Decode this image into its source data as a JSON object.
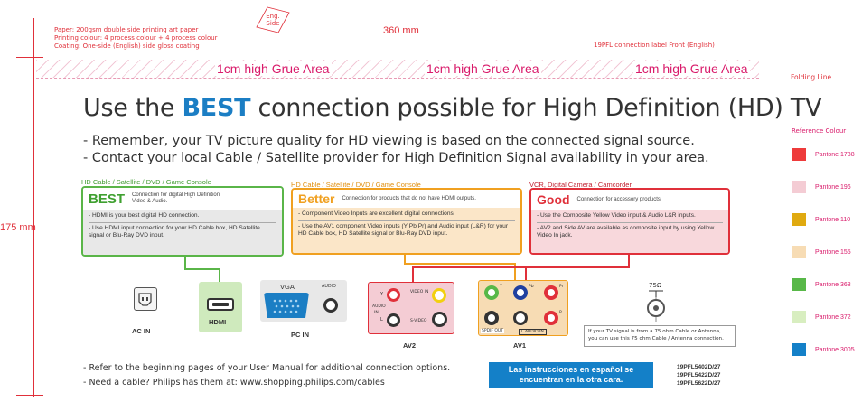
{
  "print_notes": {
    "paper": "Paper: 200gsm double side printing art paper",
    "printing": "Printing colour: 4 process colour + 4 process colour",
    "coating": "Coating: One-side (English) side gloss coating",
    "eng_side": "Eng. Side",
    "width": "360 mm",
    "height": "175 mm",
    "label_name": "19PFL connection label Front (English)",
    "folding_line": "Folding Line",
    "grue_areas": [
      "1cm high Grue Area",
      "1cm high Grue Area",
      "1cm high Grue Area"
    ]
  },
  "title": {
    "pre": "Use the ",
    "emph": "BEST",
    "post": " connection possible for High Definition (HD) TV"
  },
  "bullets": [
    "- Remember, your TV picture quality for HD viewing is based on the connected signal source.",
    "- Contact your local Cable / Satellite provider for High Definition Signal availability in your area."
  ],
  "boxes": {
    "best": {
      "category": "HD Cable / Satellite / DVD / Game Console",
      "name": "BEST",
      "desc": "Connection for digital High Definition Video & Audio.",
      "items": [
        "- HDMI is your best digital HD connection.",
        "- Use HDMI input connection for your HD Cable box, HD Satellite signal or Blu-Ray DVD input."
      ],
      "color": "#5ab548"
    },
    "better": {
      "category": "HD Cable / Satellite / DVD / Game Console",
      "name": "Better",
      "desc": "Connection for products that do not have HDMI outputs.",
      "items": [
        "- Component Video Inputs are excellent digital connections.",
        "- Use the AV1 component Video inputs (Y Pb Pr) and Audio input (L&R) for your HD Cable box, HD Satellite signal or Blu-Ray DVD input."
      ],
      "color": "#f0a020"
    },
    "good": {
      "category": "VCR, Digital Camera / Camcorder",
      "name": "Good",
      "desc": "Connection for accessory products:",
      "items": [
        "- Use the Composite Yellow Video input & Audio L&R inputs.",
        "- AV2 and Side AV are available as composite input by using Yellow Video In jack."
      ],
      "color": "#e0303a"
    }
  },
  "panels": {
    "ac_in": "AC IN",
    "hdmi": "HDMI",
    "vga": "VGA",
    "audio": "AUDIO",
    "pc_in": "PC IN",
    "av2": "AV2",
    "av1": "AV1",
    "av2_labels": {
      "y": "Y",
      "video_in": "VIDEO IN",
      "audio": "AUDIO",
      "in": "IN",
      "l": "L",
      "svideo": "S-VIDEO"
    },
    "av1_labels": {
      "y": "Y",
      "pb": "Pb",
      "pr": "Pr",
      "r": "R",
      "spdif": "SPDIF OUT",
      "audio_in": "L AUDIO IN"
    },
    "ohm": "75Ω",
    "antenna_note": "If your TV signal is from a 75 ohm Cable or Antenna, you can use this 75 ohm Cable / Antenna connection."
  },
  "reference": {
    "title": "Reference Colour",
    "colors": [
      {
        "label": "Pantone 1788",
        "hex": "#ee3b3b"
      },
      {
        "label": "Pantone 196",
        "hex": "#f4ccd4"
      },
      {
        "label": "Pantone 110",
        "hex": "#e0aa10"
      },
      {
        "label": "Pantone 155",
        "hex": "#f7dcb4"
      },
      {
        "label": "Pantone 368",
        "hex": "#58b848"
      },
      {
        "label": "Pantone 372",
        "hex": "#d8eec0"
      },
      {
        "label": "Pantone 3005",
        "hex": "#1480c8"
      }
    ]
  },
  "footer": {
    "line1": "- Refer to the beginning pages of your User Manual for additional connection options.",
    "line2": "- Need a cable? Philips has them at: www.shopping.philips.com/cables",
    "spanish": "Las instrucciones en español se encuentran en la otra cara.",
    "models": [
      "19PFL5402D/27",
      "19PFL5422D/27",
      "19PFL5622D/27"
    ]
  }
}
